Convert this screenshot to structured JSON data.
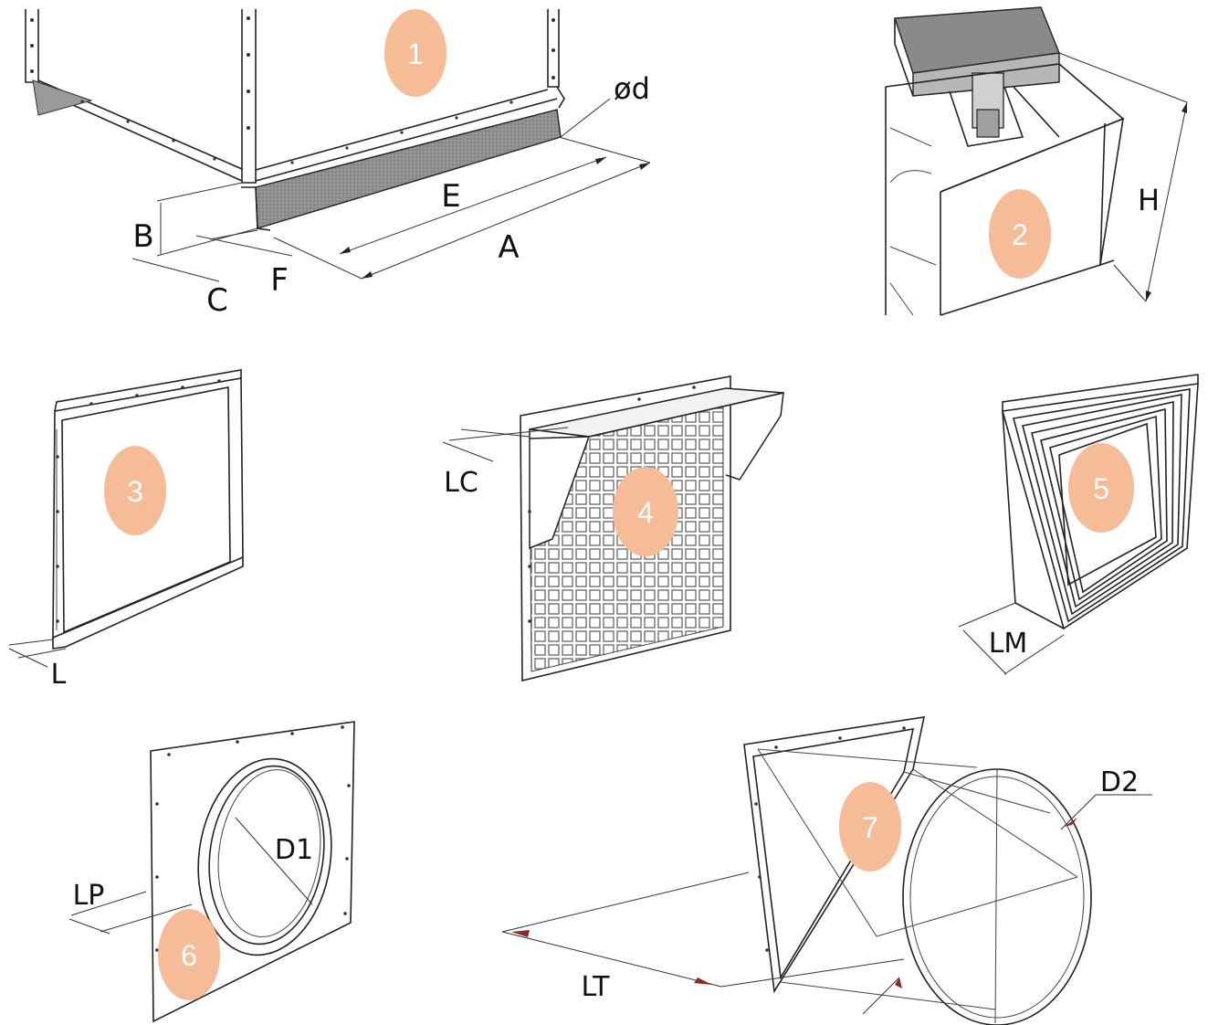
{
  "badge_color": "#f6bb97",
  "badge_text_color": "#ffffff",
  "components": [
    {
      "number": "1",
      "dimensions": [
        "ød",
        "E",
        "A",
        "B",
        "C",
        "F"
      ]
    },
    {
      "number": "2",
      "dimensions": [
        "H"
      ]
    },
    {
      "number": "3",
      "dimensions": [
        "L"
      ]
    },
    {
      "number": "4",
      "dimensions": [
        "LC"
      ]
    },
    {
      "number": "5",
      "dimensions": [
        "LM"
      ]
    },
    {
      "number": "6",
      "dimensions": [
        "D1",
        "LP"
      ]
    },
    {
      "number": "7",
      "dimensions": [
        "D2",
        "LT"
      ]
    }
  ]
}
